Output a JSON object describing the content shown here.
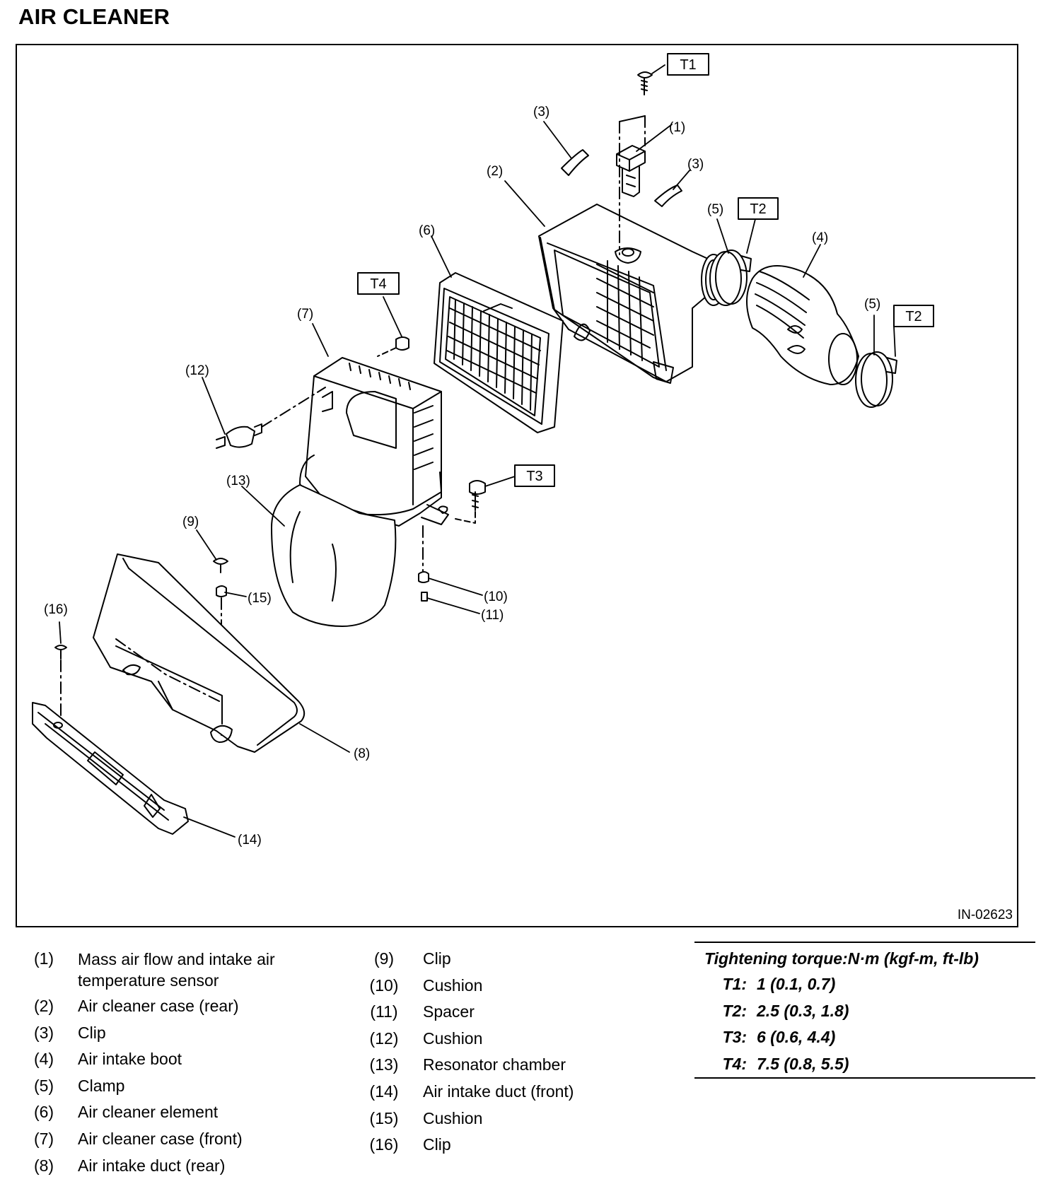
{
  "title": "AIR CLEANER",
  "figure_id": "IN-02623",
  "callouts": {
    "c1": "(1)",
    "c2": "(2)",
    "c3a": "(3)",
    "c3b": "(3)",
    "c4": "(4)",
    "c5a": "(5)",
    "c5b": "(5)",
    "c6": "(6)",
    "c7": "(7)",
    "c8": "(8)",
    "c9": "(9)",
    "c10": "(10)",
    "c11": "(11)",
    "c12": "(12)",
    "c13": "(13)",
    "c14": "(14)",
    "c15": "(15)",
    "c16": "(16)"
  },
  "torque_boxes": {
    "t1": "T1",
    "t2a": "T2",
    "t2b": "T2",
    "t3": "T3",
    "t4": "T4"
  },
  "legend": [
    {
      "num": "(1)",
      "text": "Mass air flow and intake air temperature sensor"
    },
    {
      "num": "(2)",
      "text": "Air cleaner case (rear)"
    },
    {
      "num": "(3)",
      "text": "Clip"
    },
    {
      "num": "(4)",
      "text": "Air intake boot"
    },
    {
      "num": "(5)",
      "text": "Clamp"
    },
    {
      "num": "(6)",
      "text": "Air cleaner element"
    },
    {
      "num": "(7)",
      "text": "Air cleaner case (front)"
    },
    {
      "num": "(8)",
      "text": "Air intake duct (rear)"
    },
    {
      "num": "(9)",
      "text": "Clip"
    },
    {
      "num": "(10)",
      "text": "Cushion"
    },
    {
      "num": "(11)",
      "text": "Spacer"
    },
    {
      "num": "(12)",
      "text": "Cushion"
    },
    {
      "num": "(13)",
      "text": "Resonator chamber"
    },
    {
      "num": "(14)",
      "text": "Air intake duct (front)"
    },
    {
      "num": "(15)",
      "text": "Cushion"
    },
    {
      "num": "(16)",
      "text": "Clip"
    }
  ],
  "torque": {
    "title": "Tightening torque:N·m (kgf-m, ft-lb)",
    "rows": [
      {
        "id": "T1:",
        "value": "1 (0.1, 0.7)"
      },
      {
        "id": "T2:",
        "value": "2.5 (0.3, 1.8)"
      },
      {
        "id": "T3:",
        "value": "6 (0.6, 4.4)"
      },
      {
        "id": "T4:",
        "value": "7.5 (0.8, 5.5)"
      }
    ]
  }
}
